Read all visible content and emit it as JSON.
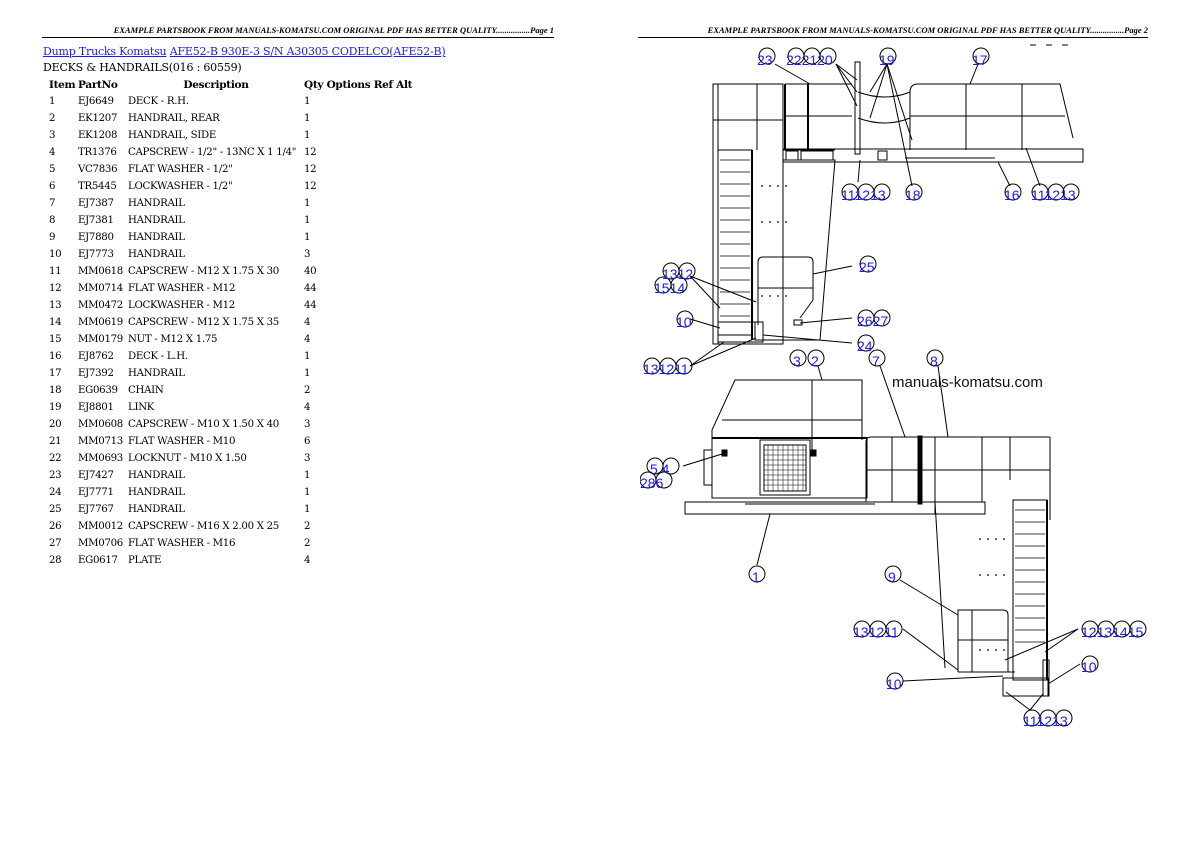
{
  "pages": {
    "left": {
      "header": "EXAMPLE PARTSBOOK FROM MANUALS-KOMATSU.COM ORIGINAL PDF HAS BETTER QUALITY................Page 1"
    },
    "right": {
      "header": "EXAMPLE PARTSBOOK FROM MANUALS-KOMATSU.COM ORIGINAL PDF HAS BETTER QUALITY................Page 2"
    }
  },
  "breadcrumb": {
    "link1": "Dump Trucks Komatsu",
    "link2": "AFE52-B 930E-3 S/N A30305 CODELCO(AFE52-B)"
  },
  "section_title": "DECKS & HANDRAILS(016 : 60559)",
  "table": {
    "headers": {
      "item": "Item",
      "partno": "PartNo",
      "description": "Description",
      "qty": "Qty",
      "options": "Options",
      "ref": "Ref",
      "alt": "Alt"
    },
    "rows": [
      {
        "item": "1",
        "partno": "EJ6649",
        "description": "DECK - R.H.",
        "qty": "1"
      },
      {
        "item": "2",
        "partno": "EK1207",
        "description": "HANDRAIL, REAR",
        "qty": "1"
      },
      {
        "item": "3",
        "partno": "EK1208",
        "description": "HANDRAIL, SIDE",
        "qty": "1"
      },
      {
        "item": "4",
        "partno": "TR1376",
        "description": "CAPSCREW - 1/2\" - 13NC X 1 1/4\"",
        "qty": "12"
      },
      {
        "item": "5",
        "partno": "VC7836",
        "description": "FLAT WASHER - 1/2\"",
        "qty": "12"
      },
      {
        "item": "6",
        "partno": "TR5445",
        "description": "LOCKWASHER - 1/2\"",
        "qty": "12"
      },
      {
        "item": "7",
        "partno": "EJ7387",
        "description": "HANDRAIL",
        "qty": "1"
      },
      {
        "item": "8",
        "partno": "EJ7381",
        "description": "HANDRAIL",
        "qty": "1"
      },
      {
        "item": "9",
        "partno": "EJ7880",
        "description": "HANDRAIL",
        "qty": "1"
      },
      {
        "item": "10",
        "partno": "EJ7773",
        "description": "HANDRAIL",
        "qty": "3"
      },
      {
        "item": "11",
        "partno": "MM0618",
        "description": "CAPSCREW - M12 X 1.75 X 30",
        "qty": "40"
      },
      {
        "item": "12",
        "partno": "MM0714",
        "description": "FLAT WASHER - M12",
        "qty": "44"
      },
      {
        "item": "13",
        "partno": "MM0472",
        "description": "LOCKWASHER - M12",
        "qty": "44"
      },
      {
        "item": "14",
        "partno": "MM0619",
        "description": "CAPSCREW - M12 X 1.75 X 35",
        "qty": "4"
      },
      {
        "item": "15",
        "partno": "MM0179",
        "description": "NUT - M12 X 1.75",
        "qty": "4"
      },
      {
        "item": "16",
        "partno": "EJ8762",
        "description": "DECK - L.H.",
        "qty": "1"
      },
      {
        "item": "17",
        "partno": "EJ7392",
        "description": "HANDRAIL",
        "qty": "1"
      },
      {
        "item": "18",
        "partno": "EG0639",
        "description": "CHAIN",
        "qty": "2"
      },
      {
        "item": "19",
        "partno": "EJ8801",
        "description": "LINK",
        "qty": "4"
      },
      {
        "item": "20",
        "partno": "MM0608",
        "description": "CAPSCREW - M10 X 1.50 X 40",
        "qty": "3"
      },
      {
        "item": "21",
        "partno": "MM0713",
        "description": "FLAT WASHER - M10",
        "qty": "6"
      },
      {
        "item": "22",
        "partno": "MM0693",
        "description": "LOCKNUT - M10 X 1.50",
        "qty": "3"
      },
      {
        "item": "23",
        "partno": "EJ7427",
        "description": "HANDRAIL",
        "qty": "1"
      },
      {
        "item": "24",
        "partno": "EJ7771",
        "description": "HANDRAIL",
        "qty": "1"
      },
      {
        "item": "25",
        "partno": "EJ7767",
        "description": "HANDRAIL",
        "qty": "1"
      },
      {
        "item": "26",
        "partno": "MM0012",
        "description": "CAPSCREW - M16 X 2.00 X 25",
        "qty": "2"
      },
      {
        "item": "27",
        "partno": "MM0706",
        "description": "FLAT WASHER - M16",
        "qty": "2"
      },
      {
        "item": "28",
        "partno": "EG0617",
        "description": "PLATE",
        "qty": "4"
      }
    ]
  },
  "diagram": {
    "watermark": "manuals-komatsu.com",
    "callouts": {
      "c23": "23",
      "c222120": "222120",
      "c19": "19",
      "c17": "17",
      "c111213a": "111213",
      "c18": "18",
      "c16": "16",
      "c111213b": "111213",
      "c25": "25",
      "c1312": "1312",
      "c1514": "1514",
      "c10a": "10",
      "c2627": "2627",
      "c24": "24",
      "c131211a": "131211",
      "c3": "3",
      "c2": "2",
      "c7": "7",
      "c8": "8",
      "c54": "5 4",
      "c286": "286",
      "c1": "1",
      "c9": "9",
      "c131211b": "131211",
      "c12131415": "12131415",
      "c10b": "10",
      "c10c": "10",
      "c111213c": "111213"
    }
  }
}
